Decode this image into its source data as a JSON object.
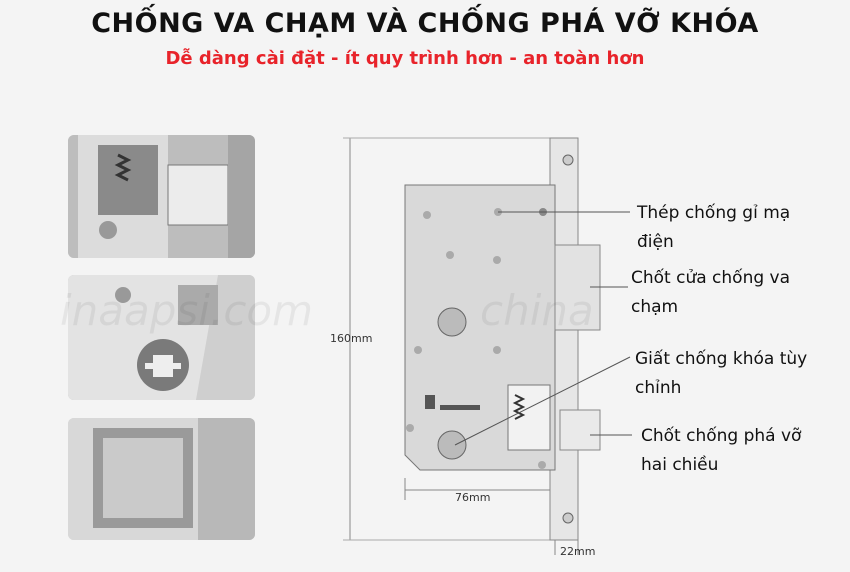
{
  "header": {
    "title": "CHỐNG VA CHẠM VÀ CHỐNG PHÁ VỠ KHÓA",
    "subtitle": "Dễ dàng cài đặt - ít quy trình hơn - an toàn hơn"
  },
  "callouts": [
    {
      "line1": "Thép chống gỉ mạ",
      "line2": "điện"
    },
    {
      "line1": "Chốt cửa chống va",
      "line2": "chạm"
    },
    {
      "line1": "Giất chống khóa tùy",
      "line2": "chỉnh"
    },
    {
      "line1": "Chốt chống phá vỡ",
      "line2": "hai chiều"
    }
  ],
  "dimensions": {
    "height": "160mm",
    "width": "76mm",
    "faceplate": "22mm"
  },
  "watermark": "inaapsi.com china"
}
